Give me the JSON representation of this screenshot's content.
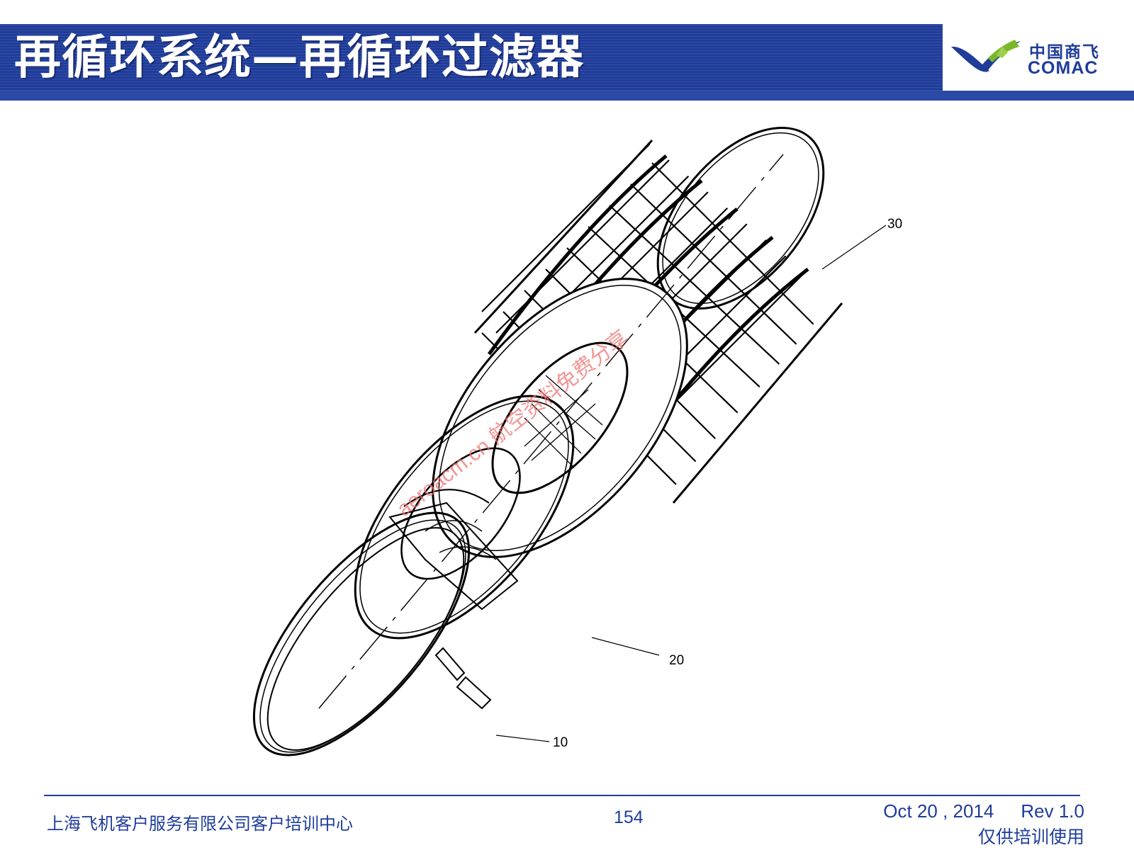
{
  "header": {
    "title": "再循环系统—再循环过滤器",
    "logo_cn": "中国商飞",
    "logo_en": "COMAC"
  },
  "figure": {
    "callouts": [
      "30",
      "20",
      "10"
    ],
    "watermark": "aeroacm.cn 航空资料免费分享"
  },
  "footer": {
    "org": "上海飞机客户服务有限公司客户培训中心",
    "page": "154",
    "date": "Oct 20 , 2014",
    "rev": "Rev 1.0",
    "note": "仅供培训使用"
  },
  "colors": {
    "title_bar": "#1f3c9a",
    "logo_green": "#7ab829",
    "text_blue": "#1f3c9a",
    "watermark": "#f07070"
  }
}
